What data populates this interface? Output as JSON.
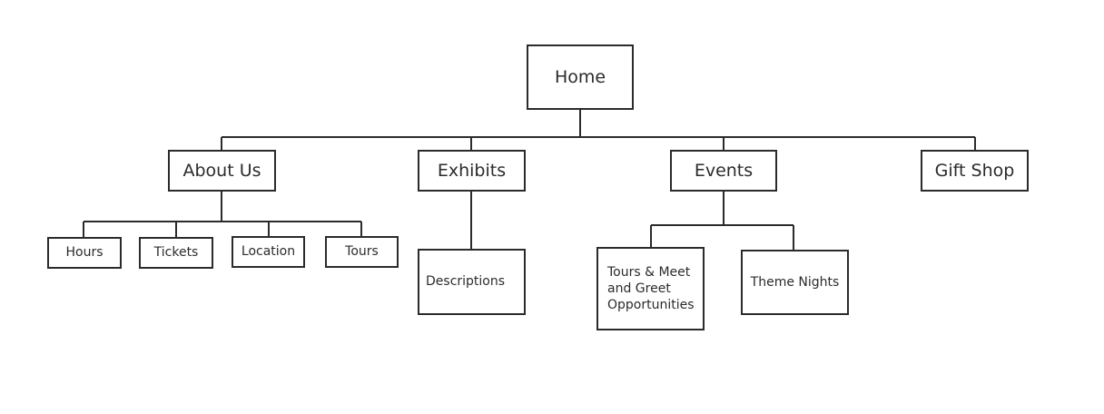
{
  "diagram": {
    "root": {
      "label": "Home"
    },
    "sections": [
      {
        "label": "About Us",
        "children": [
          "Hours",
          "Tickets",
          "Location",
          "Tours"
        ]
      },
      {
        "label": "Exhibits",
        "children": [
          "Descriptions"
        ]
      },
      {
        "label": "Events",
        "children": [
          "Tours & Meet and Greet Opportunities",
          "Theme Nights"
        ]
      },
      {
        "label": "Gift Shop",
        "children": []
      }
    ],
    "colors": {
      "stroke": "#2b2b2b",
      "background": "#ffffff",
      "text": "#2b2b2b"
    }
  }
}
